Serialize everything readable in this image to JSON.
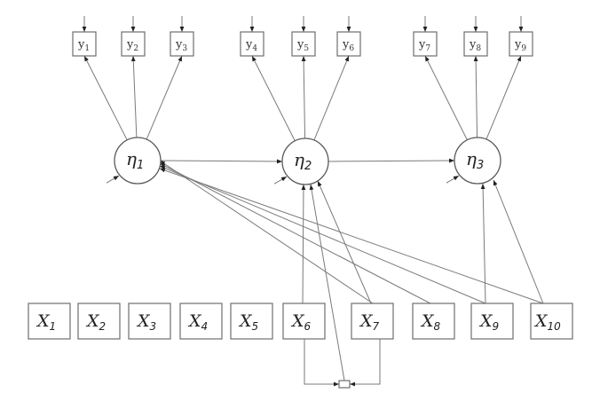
{
  "diagram": {
    "type": "structural-equation-model",
    "latent": [
      {
        "id": "eta1",
        "symbol": "η",
        "sub": "1"
      },
      {
        "id": "eta2",
        "symbol": "η",
        "sub": "2"
      },
      {
        "id": "eta3",
        "symbol": "η",
        "sub": "3"
      }
    ],
    "indicators": [
      {
        "id": "y1",
        "symbol": "y",
        "sub": "1",
        "loads_on": "eta1"
      },
      {
        "id": "y2",
        "symbol": "y",
        "sub": "2",
        "loads_on": "eta1"
      },
      {
        "id": "y3",
        "symbol": "y",
        "sub": "3",
        "loads_on": "eta1"
      },
      {
        "id": "y4",
        "symbol": "y",
        "sub": "4",
        "loads_on": "eta2"
      },
      {
        "id": "y5",
        "symbol": "y",
        "sub": "5",
        "loads_on": "eta2"
      },
      {
        "id": "y6",
        "symbol": "y",
        "sub": "6",
        "loads_on": "eta2"
      },
      {
        "id": "y7",
        "symbol": "y",
        "sub": "7",
        "loads_on": "eta3"
      },
      {
        "id": "y8",
        "symbol": "y",
        "sub": "8",
        "loads_on": "eta3"
      },
      {
        "id": "y9",
        "symbol": "y",
        "sub": "9",
        "loads_on": "eta3"
      }
    ],
    "covariates": [
      {
        "id": "X1",
        "symbol": "X",
        "sub": "1"
      },
      {
        "id": "X2",
        "symbol": "X",
        "sub": "2"
      },
      {
        "id": "X3",
        "symbol": "X",
        "sub": "3"
      },
      {
        "id": "X4",
        "symbol": "X",
        "sub": "4"
      },
      {
        "id": "X5",
        "symbol": "X",
        "sub": "5"
      },
      {
        "id": "X6",
        "symbol": "X",
        "sub": "6"
      },
      {
        "id": "X7",
        "symbol": "X",
        "sub": "7"
      },
      {
        "id": "X8",
        "symbol": "X",
        "sub": "8"
      },
      {
        "id": "X9",
        "symbol": "X",
        "sub": "9"
      },
      {
        "id": "X10",
        "symbol": "X",
        "sub": "10"
      }
    ],
    "structural_paths": [
      {
        "from": "eta1",
        "to": "eta2"
      },
      {
        "from": "eta2",
        "to": "eta3"
      }
    ],
    "covariate_paths": [
      {
        "from": "X6",
        "to": "eta2"
      },
      {
        "from": "X7",
        "to": "eta1"
      },
      {
        "from": "X7",
        "to": "eta2"
      },
      {
        "from": "X8",
        "to": "eta1"
      },
      {
        "from": "X9",
        "to": "eta1"
      },
      {
        "from": "X9",
        "to": "eta3"
      },
      {
        "from": "X10",
        "to": "eta1"
      },
      {
        "from": "X10",
        "to": "eta3"
      }
    ],
    "interaction": {
      "between": [
        "X6",
        "X7"
      ],
      "to": "eta2",
      "node": "product-term"
    }
  }
}
